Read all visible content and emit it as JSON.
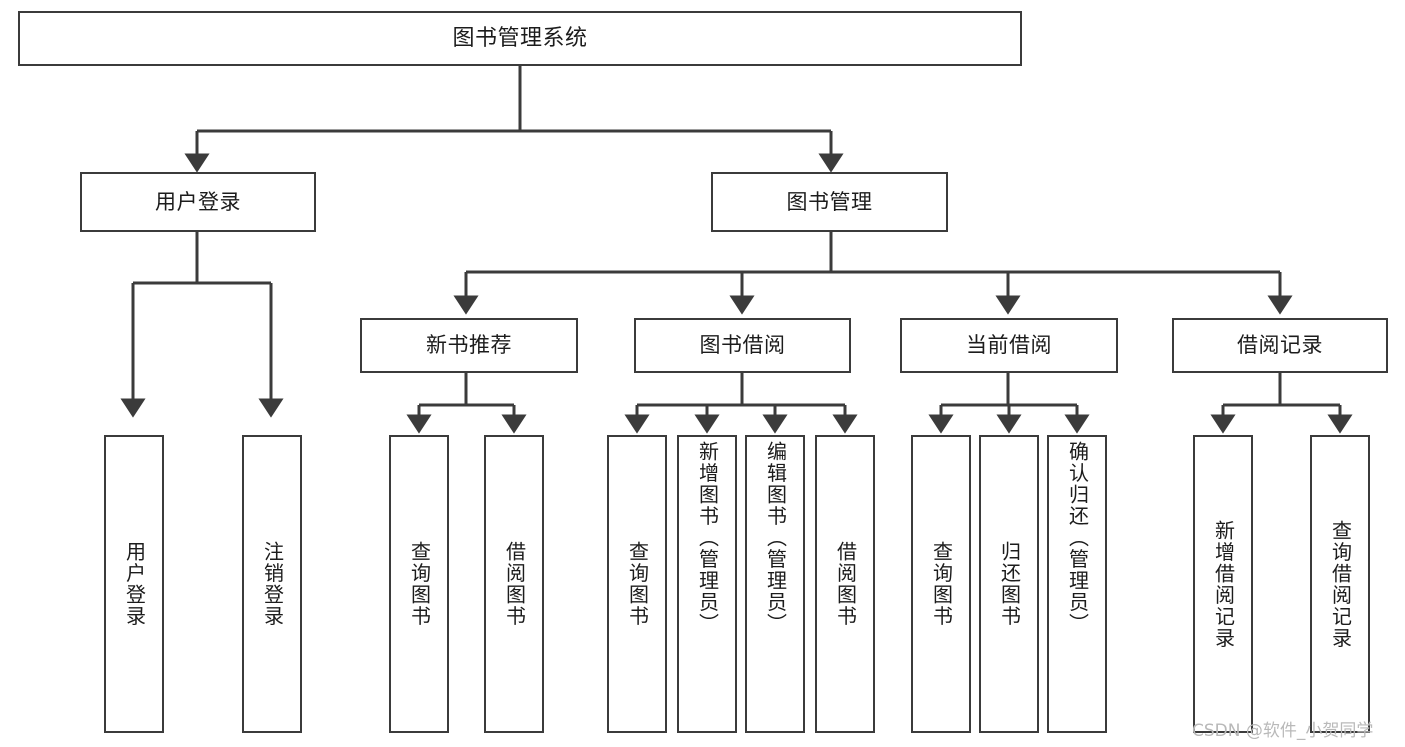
{
  "diagram": {
    "title": "图书管理系统",
    "type": "tree-hierarchy-chart",
    "root": {
      "label": "图书管理系统"
    },
    "level2": [
      {
        "label": "用户登录"
      },
      {
        "label": "图书管理"
      }
    ],
    "level3": [
      {
        "label": "新书推荐"
      },
      {
        "label": "图书借阅"
      },
      {
        "label": "当前借阅"
      },
      {
        "label": "借阅记录"
      }
    ],
    "leaves": {
      "user_login": [
        {
          "label": "用户登录"
        },
        {
          "label": "注销登录"
        }
      ],
      "new_book_recommend": [
        {
          "label": "查询图书"
        },
        {
          "label": "借阅图书"
        }
      ],
      "book_borrow": [
        {
          "label": "查询图书"
        },
        {
          "label": "新增图书（管理员）"
        },
        {
          "label": "编辑图书（管理员）"
        },
        {
          "label": "借阅图书"
        }
      ],
      "current_borrow": [
        {
          "label": "查询图书"
        },
        {
          "label": "归还图书"
        },
        {
          "label": "确认归还（管理员）"
        }
      ],
      "borrow_record": [
        {
          "label": "新增借阅记录"
        },
        {
          "label": "查询借阅记录"
        }
      ]
    }
  },
  "watermark": {
    "text": "CSDN @软件_小贺同学"
  },
  "colors": {
    "stroke": "#3b3b3b",
    "fill": "#ffffff",
    "text": "#1c1c1c",
    "watermark": "#b9b9b9"
  }
}
